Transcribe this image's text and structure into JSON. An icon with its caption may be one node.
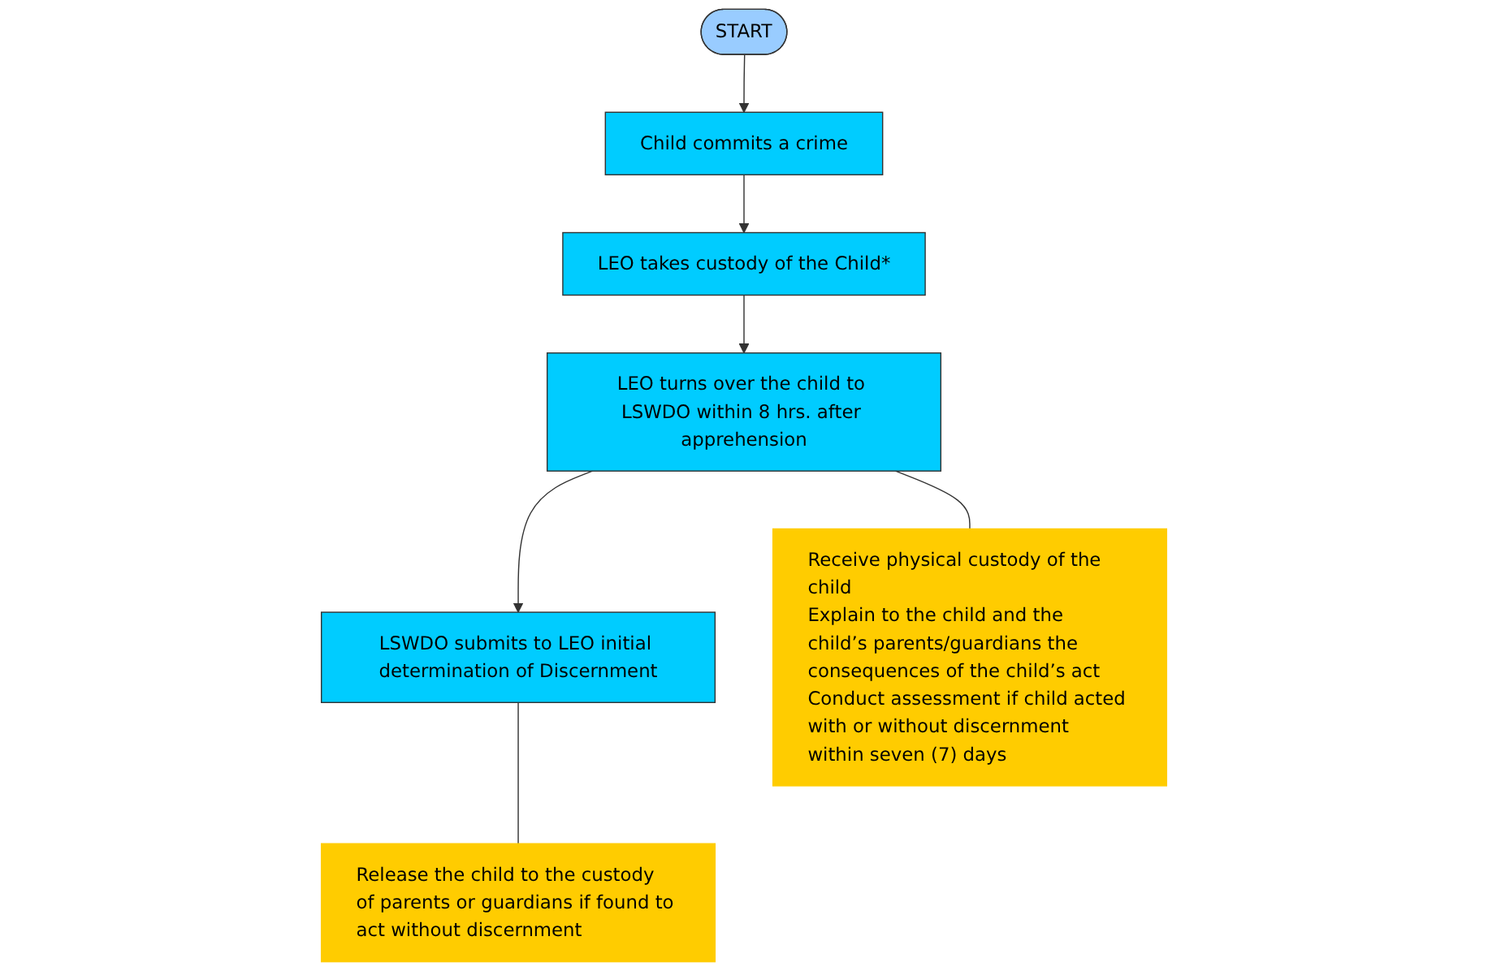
{
  "diagram": {
    "nodes": [
      {
        "text": [
          "START"
        ]
      },
      {
        "text": [
          "Child commits a crime"
        ]
      },
      {
        "text": [
          "LEO takes custody of the Child*"
        ]
      },
      {
        "text": [
          "LEO turns over the child to LSWDO within 8 hrs. after apprehension"
        ]
      },
      {
        "text": [
          "LSWDO submits to LEO initial determination of Discernment"
        ]
      },
      {
        "text": [
          "Receive physical custody of the child",
          "Explain to the child and the child’s parents/guardians the consequences of the child’s act",
          "Conduct assessment if child acted with or without discernment within seven (7) days"
        ]
      },
      {
        "text": [
          "Release the child to the custody of parents or guardians if found to act without discernment"
        ]
      }
    ],
    "edges": [
      {
        "from": 0,
        "to": 1,
        "arrow": "to"
      },
      {
        "from": 1,
        "to": 2,
        "arrow": "to"
      },
      {
        "from": 2,
        "to": 3,
        "arrow": "to"
      },
      {
        "from": 3,
        "to": 4,
        "arrow": "to"
      },
      {
        "from": 3,
        "to": 5,
        "arrow": "none"
      },
      {
        "from": 4,
        "to": 6,
        "arrow": "none"
      }
    ]
  }
}
